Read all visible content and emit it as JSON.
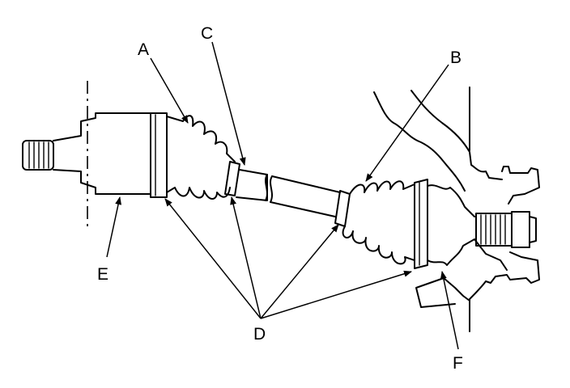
{
  "labels": {
    "A": "A",
    "B": "B",
    "C": "C",
    "D": "D",
    "E": "E",
    "F": "F"
  },
  "colors": {
    "line": "#000000",
    "background": "#ffffff"
  }
}
